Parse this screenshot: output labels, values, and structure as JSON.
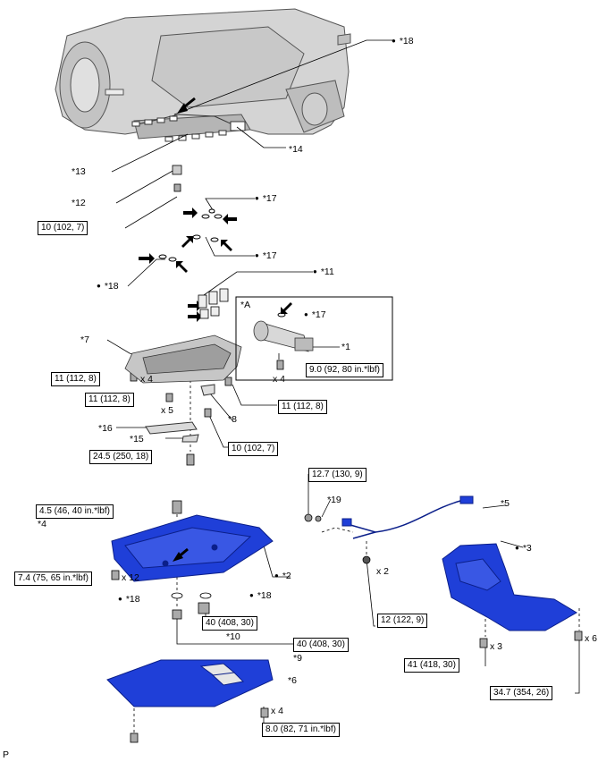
{
  "callouts": {
    "c18_top": "*18",
    "c14": "*14",
    "c13": "*13",
    "c12": "*12",
    "c17_a": "*17",
    "c17_b": "*17",
    "c18_mid": "*18",
    "c11": "*11",
    "c7": "*7",
    "cA": "*A",
    "c17_inset": "*17",
    "c1": "*1",
    "c16": "*16",
    "c15": "*15",
    "c8": "*8",
    "c4": "*4",
    "c2": "*2",
    "c18_l": "*18",
    "c18_r": "*18",
    "c10": "*10",
    "c9": "*9",
    "c6": "*6",
    "c19": "*19",
    "c5": "*5",
    "c3": "*3"
  },
  "torques": {
    "t12": "10 (102, 7)",
    "t7a": "11 (112, 8)",
    "t7b": "11 (112, 8)",
    "t_inset": "9.0 (92, 80 in.*lbf)",
    "t_r": "11 (112, 8)",
    "t8": "10 (102, 7)",
    "t15": "24.5 (250, 18)",
    "t4": "4.5 (46, 40 in.*lbf)",
    "t2": "7.4 (75, 65 in.*lbf)",
    "t10": "40 (408, 30)",
    "t9": "40 (408, 30)",
    "t6": "8.0 (82, 71 in.*lbf)",
    "t19": "12.7 (130, 9)",
    "t5": "12 (122, 9)",
    "t3a": "41 (418, 30)",
    "t3b": "34.7 (354, 26)"
  },
  "multipliers": {
    "m_inset": "x 4",
    "m7a": "x 4",
    "m7b": "x 5",
    "m2": "x 12",
    "m5": "x 2",
    "m6": "x 4",
    "m3a": "x 3",
    "m3b": "x 6"
  },
  "footer": {
    "code": "P"
  },
  "colors": {
    "part_blue": "#1f3fd8",
    "part_dark": "#0b1f8a",
    "line": "#000000"
  }
}
